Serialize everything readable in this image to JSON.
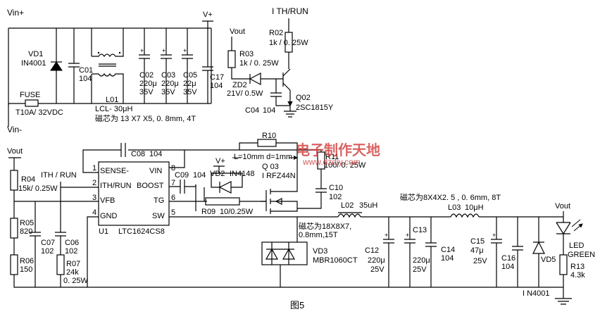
{
  "figure_caption": "图5",
  "watermark": {
    "site_cn": "电子制作天地",
    "site_url": "www.dzdiy.com"
  },
  "nets": {
    "vin_plus": "Vin+",
    "vin_minus": "Vin-",
    "vplus_top": "V+",
    "vplus_mid": "V+",
    "vout_r03": "Vout",
    "vout_left": "Vout",
    "vout_led": "Vout",
    "ith_run_top": "I TH/RUN",
    "ith_run_left": "ITH / RUN"
  },
  "input": {
    "fuse": {
      "ref": "FUSE",
      "value": "T10A/ 32VDC"
    },
    "vd1": {
      "ref": "VD1",
      "value": "IN4001"
    },
    "c01": {
      "ref": "C01",
      "value": "104"
    },
    "l01": {
      "ref": "L01",
      "value": "LCL- 30μH",
      "core": "磁芯为 13 X7 X5, 0. 8mm, 4T"
    },
    "c02": {
      "ref": "C02",
      "v1": "220μ",
      "v2": "35V"
    },
    "c03": {
      "ref": "C03",
      "v1": "220μ",
      "v2": "35V"
    },
    "c05": {
      "ref": "C05",
      "v1": "22μ",
      "v2": "35V"
    },
    "c17": {
      "ref": "C17",
      "value": "104"
    }
  },
  "run_ctrl": {
    "r02": {
      "ref": "R02",
      "value": "1k / 0. 25W"
    },
    "r03": {
      "ref": "R03",
      "value": "1k / 0. 25W"
    },
    "zd2": {
      "ref": "ZD2",
      "value": "21V/ 0.5W"
    },
    "c04": {
      "ref": "C04",
      "value": "104"
    },
    "q02": {
      "ref": "Q02",
      "value": "2SC1815Y"
    }
  },
  "ic": {
    "ref": "U1",
    "part": "LTC1624CS8",
    "pins_left": [
      {
        "num": "1",
        "name": "SENSE-"
      },
      {
        "num": "2",
        "name": "ITH/RUN"
      },
      {
        "num": "3",
        "name": "VFB"
      },
      {
        "num": "4",
        "name": "GND"
      }
    ],
    "pins_right": [
      {
        "num": "8",
        "name": "VIN"
      },
      {
        "num": "7",
        "name": "BOOST"
      },
      {
        "num": "6",
        "name": "TG"
      },
      {
        "num": "5",
        "name": "SW"
      }
    ]
  },
  "converter": {
    "c08": {
      "ref": "C08",
      "value": "104"
    },
    "r10": {
      "ref": "R10",
      "value": "L=10mm d=1mm"
    },
    "r11": {
      "ref": "R11",
      "value": "100/ 0. 25W"
    },
    "c09": {
      "ref": "C09",
      "value": "104"
    },
    "vd2": {
      "ref": "VD2",
      "value": "IN4148"
    },
    "r09": {
      "ref": "R09",
      "value": "10/0.25W"
    },
    "q03": {
      "ref": "Q 03",
      "value": "I RFZ44N"
    },
    "c10": {
      "ref": "C10",
      "value": "102"
    },
    "r04": {
      "ref": "R04",
      "value": "15k/ 0.25W"
    },
    "r05": {
      "ref": "R05",
      "value": "820"
    },
    "r06": {
      "ref": "R06",
      "value": "150"
    },
    "c07": {
      "ref": "C07",
      "value": "102"
    },
    "c06": {
      "ref": "C06",
      "value": "102"
    },
    "r07": {
      "ref": "R07",
      "v1": "24k",
      "v2": "0. 25W"
    }
  },
  "output": {
    "l02": {
      "ref": "L02",
      "value": "35uH",
      "core1": "磁芯为18X8X7,",
      "core2": "0.8mm,15T"
    },
    "vd3": {
      "ref": "VD3",
      "value": "MBR1060CT"
    },
    "c12": {
      "ref": "C12",
      "v1": "220μ",
      "v2": "25V"
    },
    "c13": {
      "ref": "C13",
      "v1": "220μ",
      "v2": "25V"
    },
    "c14": {
      "ref": "C14",
      "value": "104"
    },
    "l03": {
      "ref": "L03",
      "value": "10μH",
      "core": "磁芯为8X4X2. 5 , 0. 6mm, 8T"
    },
    "c15": {
      "ref": "C15",
      "v1": "47μ",
      "v2": "25V"
    },
    "c16": {
      "ref": "C16",
      "value": "104"
    },
    "vd5": {
      "ref": "VD5",
      "value": "I N4001"
    },
    "led": {
      "ref": "LED",
      "value": "GREEN"
    },
    "r13": {
      "ref": "R13",
      "value": "4.3k"
    }
  }
}
